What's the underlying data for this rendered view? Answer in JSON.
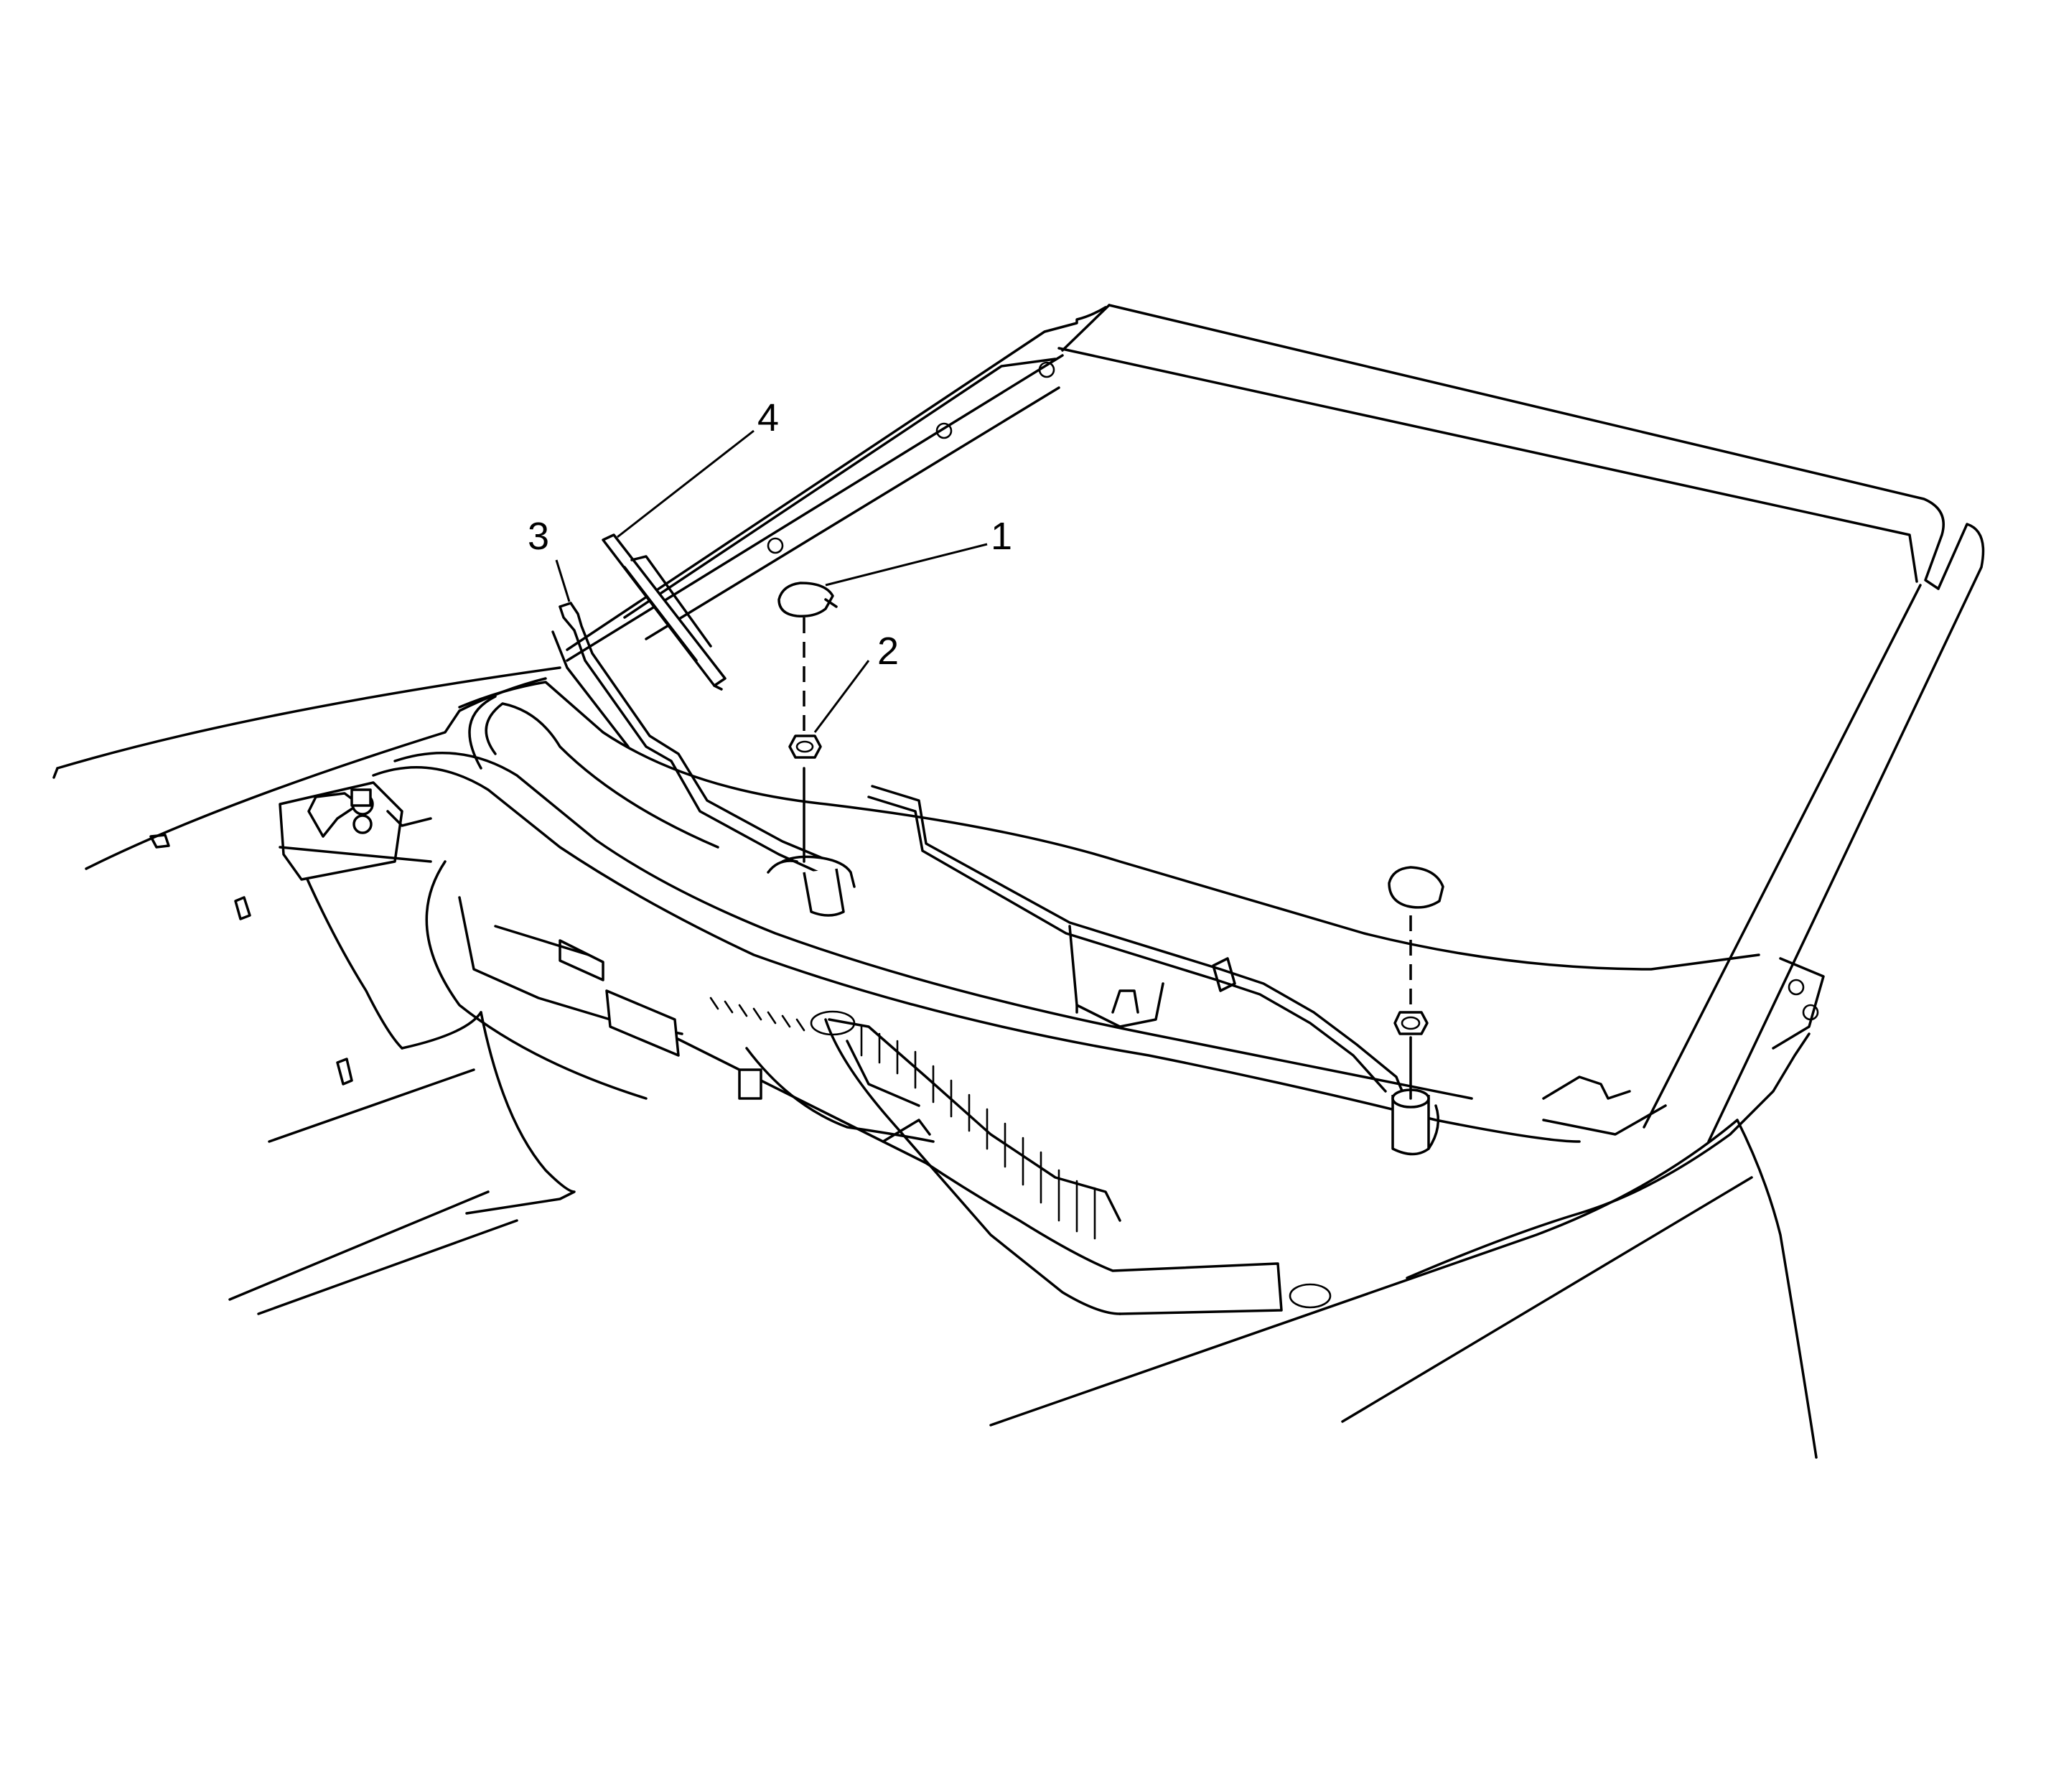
{
  "diagram": {
    "callouts": [
      {
        "id": "1",
        "text": "1"
      },
      {
        "id": "2",
        "text": "2"
      },
      {
        "id": "3",
        "text": "3"
      },
      {
        "id": "4",
        "text": "4"
      }
    ],
    "colors": {
      "line": "#000000",
      "background": "#ffffff"
    }
  }
}
